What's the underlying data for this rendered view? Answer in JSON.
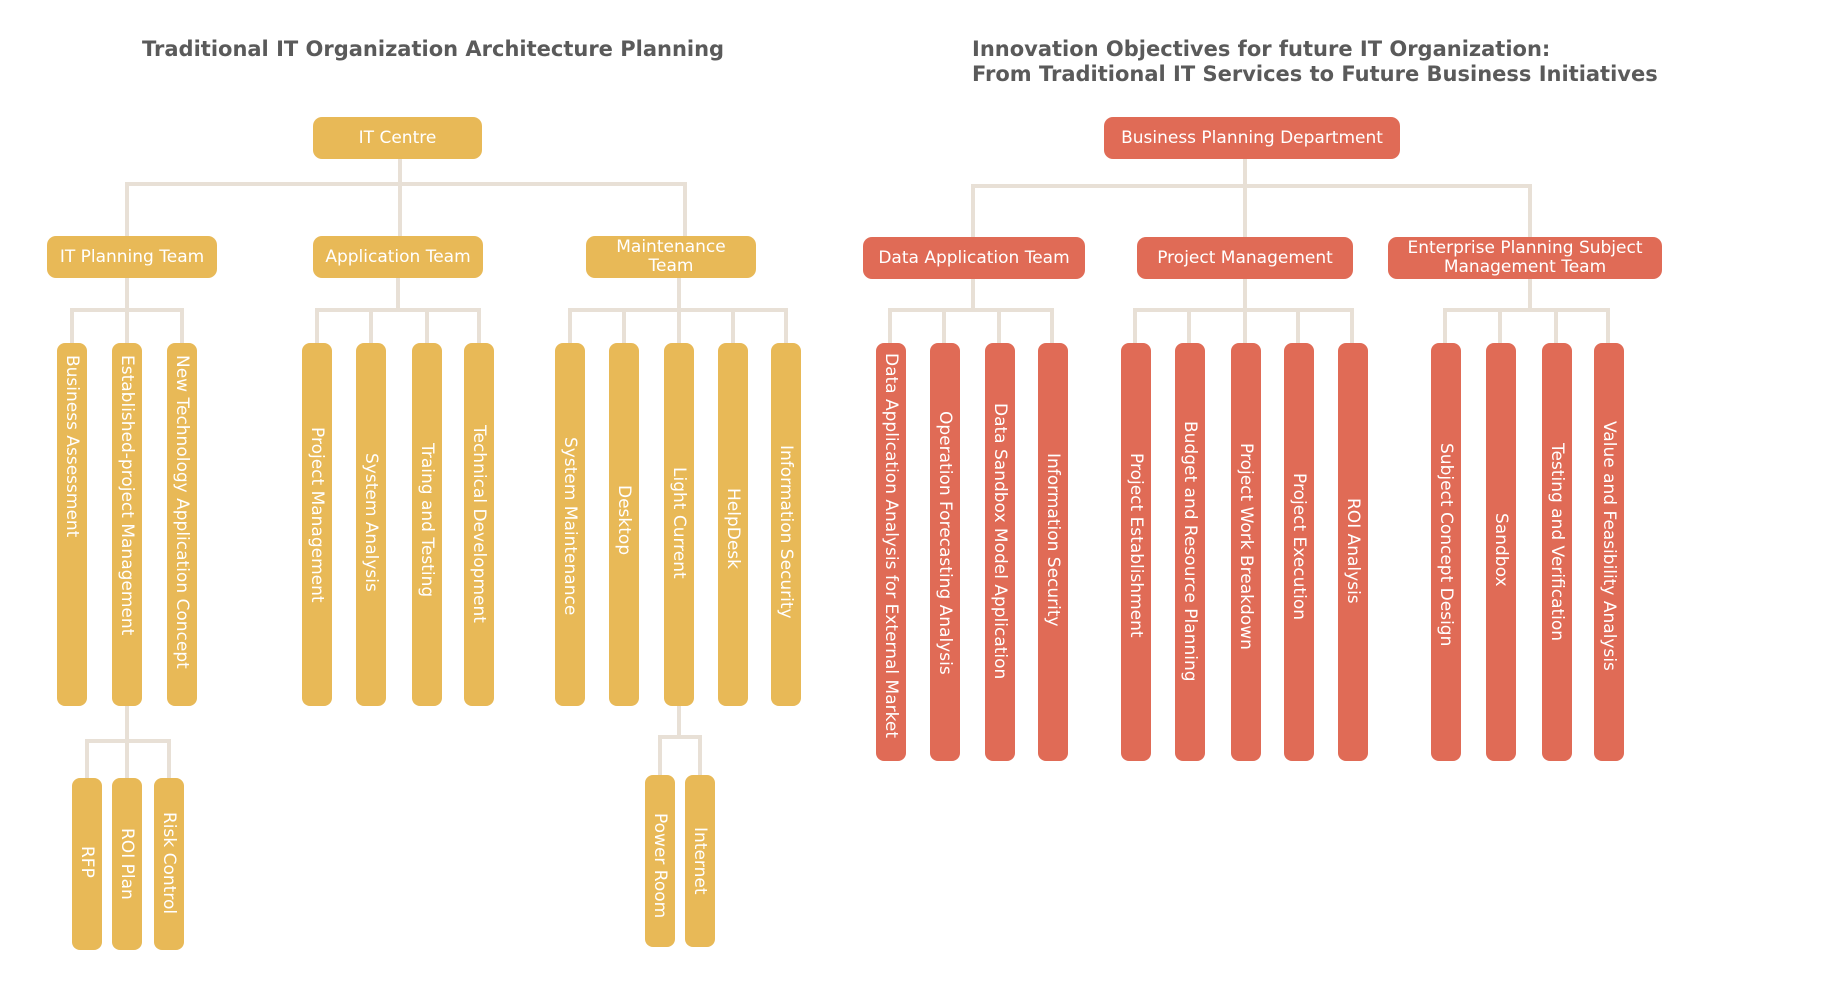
{
  "colors": {
    "left_node": "#e8b957",
    "right_node": "#e06b56",
    "connector": "#e8e0d6",
    "title": "#5a5a5a"
  },
  "left": {
    "title": "Traditional IT Organization Architecture Planning",
    "root": "IT Centre",
    "teams": [
      {
        "label": "IT Planning Team",
        "children": [
          "Business Assessment",
          "Established-project Management",
          "New Technology Application Concept"
        ],
        "sub_children": [
          "RFP",
          "ROI Plan",
          "Risk Control"
        ]
      },
      {
        "label": "Application Team",
        "children": [
          "Project Management",
          "System Analysis",
          "Traing and Testing",
          "Technical Development"
        ]
      },
      {
        "label": "Maintenance Team",
        "children": [
          "System Maintenance",
          "Desktop",
          "Light Current",
          "HelpDesk",
          "Information Security"
        ],
        "sub_children": [
          "Power Room",
          "Internet"
        ]
      }
    ]
  },
  "right": {
    "title_line1": "Innovation Objectives for future IT Organization:",
    "title_line2": "From Traditional IT Services to Future Business Initiatives",
    "root": "Business Planning Department",
    "teams": [
      {
        "label": "Data Application Team",
        "children": [
          "Data Application Analysis for External Market",
          "Operation Forecasting Analysis",
          "Data Sandbox Model Application",
          "Information Security"
        ]
      },
      {
        "label": "Project  Management",
        "children": [
          "Project Establishment",
          "Budget and Resource Planning",
          "Project Work Breakdown",
          "Project Execution",
          "ROI Analysis"
        ]
      },
      {
        "label_line1": "Enterprise Planning Subject",
        "label_line2": "Management Team",
        "children": [
          "Subject Concept Design",
          "Sandbox",
          "Testing and Verification",
          "Value and Feasibility Analysis"
        ]
      }
    ]
  }
}
